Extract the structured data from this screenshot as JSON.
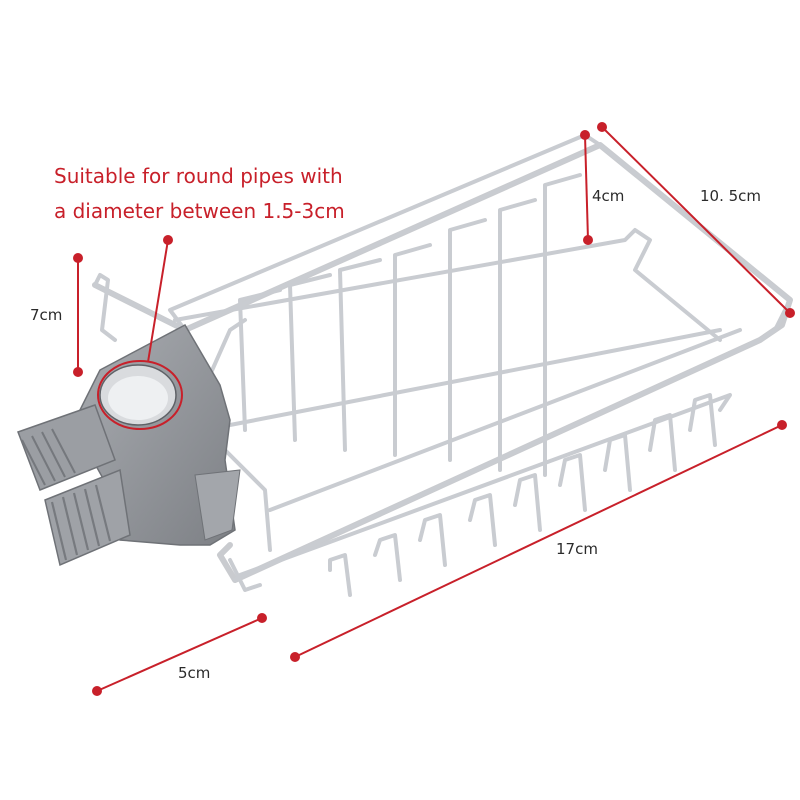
{
  "note": {
    "line1": "Suitable for round pipes with",
    "line2": "a diameter between 1.5-3cm"
  },
  "dimensions": {
    "height": "7cm",
    "depth": "4cm",
    "width": "10. 5cm",
    "length": "17cm",
    "clip": "5cm"
  },
  "colors": {
    "annotation": "#c8202a",
    "wire": "#c9ccd1",
    "clamp": "#8f9297"
  }
}
